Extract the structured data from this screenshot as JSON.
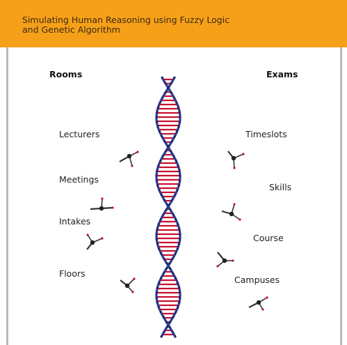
{
  "header": {
    "title": "Simulating Human Reasoning using Fuzzy Logic\nand Genetic Algorithm"
  },
  "left_column": {
    "heading": "Rooms",
    "items": [
      "Lecturers",
      "Meetings",
      "Intakes",
      "Floors"
    ]
  },
  "right_column": {
    "heading": "Exams",
    "items": [
      "Timeslots",
      "Skills",
      "Course",
      "Campuses"
    ]
  },
  "colors": {
    "header_bg": "#f6a01a",
    "strand_blue": "#2b3d8f",
    "rung_red": "#c8102e",
    "frame_gray": "#b9b9b9"
  },
  "icons": {
    "helix": "dna-helix-icon",
    "molecule": "molecule-icon"
  }
}
